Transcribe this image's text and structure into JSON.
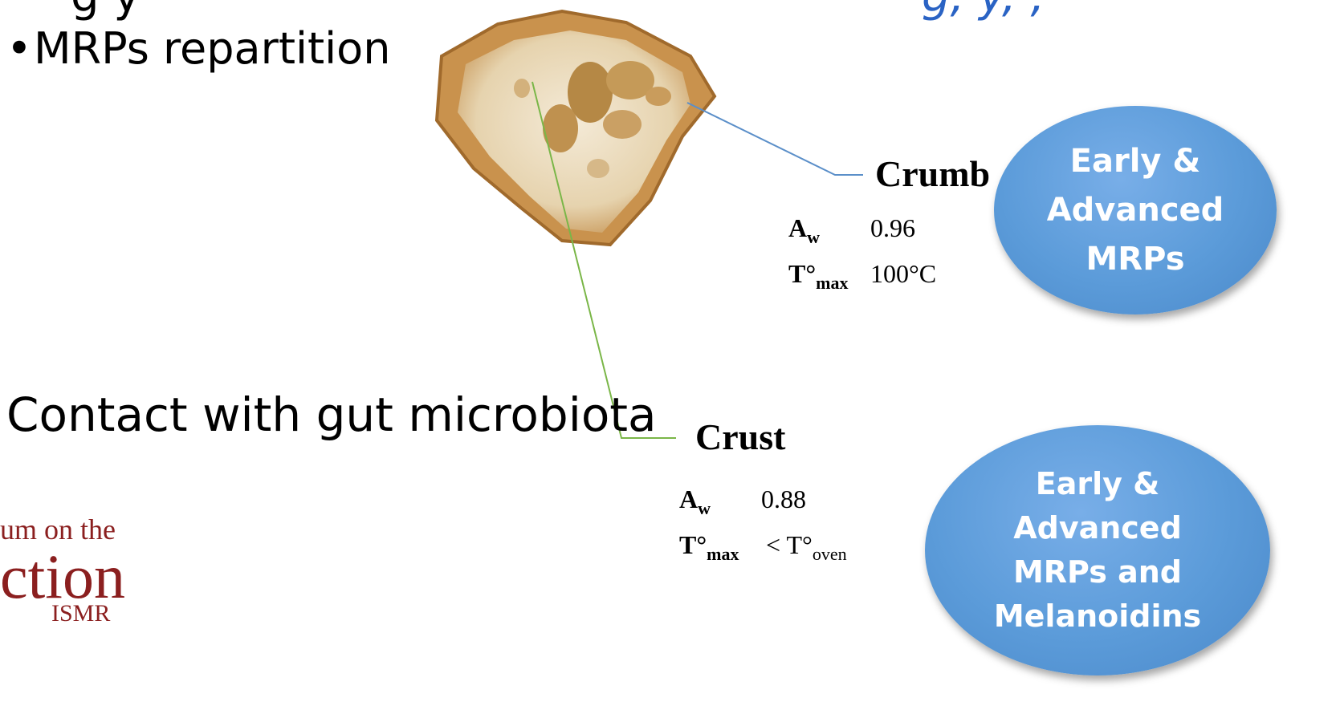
{
  "header_fragments": {
    "left": "g y",
    "right": "g,  y, ,"
  },
  "bullet": {
    "symbol": "•",
    "text": "MRPs repartition"
  },
  "contact": "Contact with gut microbiota",
  "logo": {
    "line1": "um on the",
    "line2": "ction",
    "line3": "ISMR"
  },
  "crumb": {
    "label": "Crumb",
    "aw_symbol": "A",
    "aw_sub": "w",
    "aw_value": "0.96",
    "t_symbol": "T°",
    "t_sub": "max",
    "t_value": "100°C",
    "bubble": [
      "Early &",
      "Advanced",
      "MRPs"
    ]
  },
  "crust": {
    "label": "Crust",
    "aw_symbol": "A",
    "aw_sub": "w",
    "aw_value": "0.88",
    "t_symbol": "T°",
    "t_sub": "max",
    "t_value_prefix": "< T°",
    "t_value_sub": "oven",
    "bubble": [
      "Early &",
      "Advanced",
      "MRPs  and",
      "Melanoidins"
    ]
  },
  "colors": {
    "bubble": "#5b9bd9",
    "crumb_line": "#5b8fc9",
    "crust_line": "#7ab648",
    "logo": "#8b1f1f"
  }
}
